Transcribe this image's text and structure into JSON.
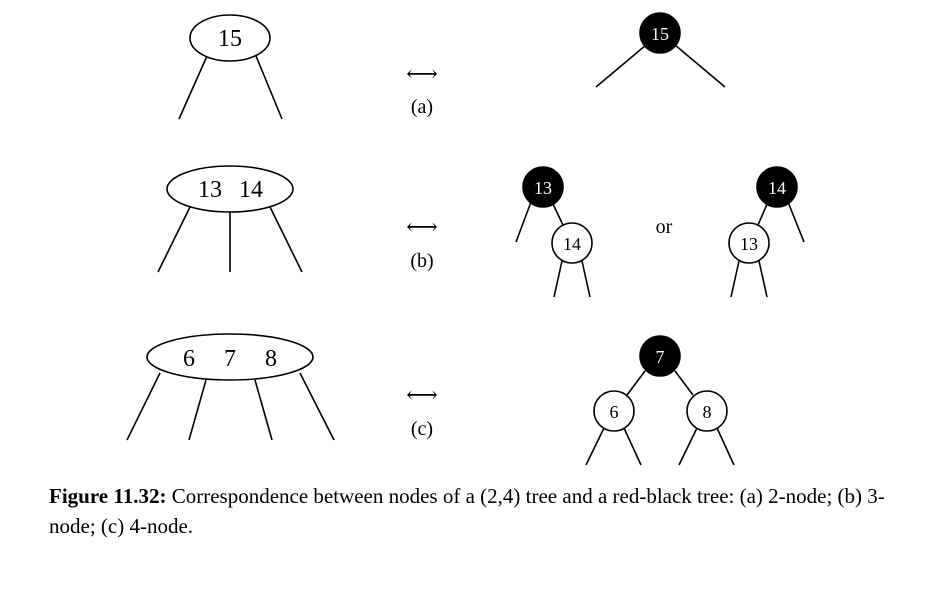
{
  "row_a": {
    "two_node_key": "15",
    "label": "(a)",
    "rb_black_key": "15"
  },
  "row_b": {
    "three_node_keys": [
      "13",
      "14"
    ],
    "label": "(b)",
    "option1_black_key": "13",
    "option1_red_key": "14",
    "or_text": "or",
    "option2_black_key": "14",
    "option2_red_key": "13"
  },
  "row_c": {
    "four_node_keys": [
      "6",
      "7",
      "8"
    ],
    "label": "(c)",
    "rb_black_key": "7",
    "rb_red_left_key": "6",
    "rb_red_right_key": "8"
  },
  "arrow_symbol": "⟷",
  "caption": {
    "label": "Figure 11.32:",
    "text": "Correspondence between nodes of a (2,4) tree and a red-black tree: (a) 2-node; (b) 3-node; (c) 4-node."
  },
  "colors": {
    "black_node": "#000000",
    "red_node": "#ffffff",
    "stroke": "#000000"
  }
}
